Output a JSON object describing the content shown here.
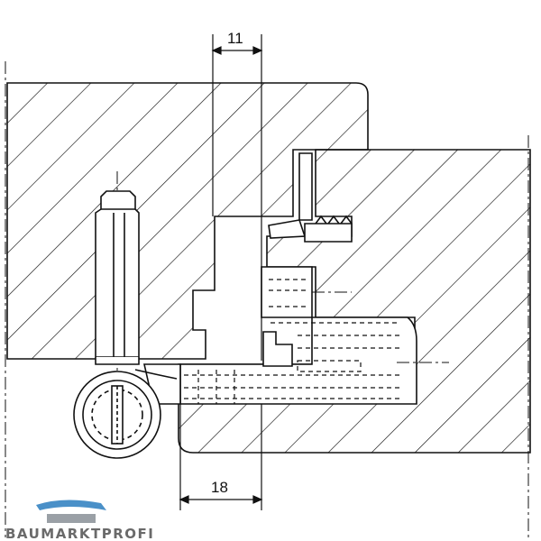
{
  "dimensions": {
    "top": "11",
    "bottom": "18"
  },
  "logo": {
    "text": "BAUMARKTPROFI",
    "roof_color": "#4a90c8",
    "text_color": "#6a6a6a"
  },
  "colors": {
    "line": "#111111",
    "background": "#ffffff"
  }
}
